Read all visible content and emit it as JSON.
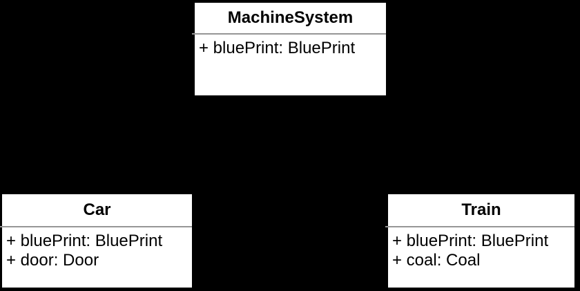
{
  "diagram": {
    "kind": "uml-class-diagram",
    "colors": {
      "background": "#000000",
      "box_fill": "#ffffff",
      "box_border": "#000000",
      "separator": "#969696",
      "text": "#000000"
    },
    "classes": [
      {
        "name": "MachineSystem",
        "attributes": [
          "+ bluePrint: BluePrint"
        ]
      },
      {
        "name": "Car",
        "attributes": [
          "+ bluePrint: BluePrint",
          "+ door: Door"
        ]
      },
      {
        "name": "Train",
        "attributes": [
          "+ bluePrint: BluePrint",
          "+ coal: Coal"
        ]
      }
    ]
  }
}
